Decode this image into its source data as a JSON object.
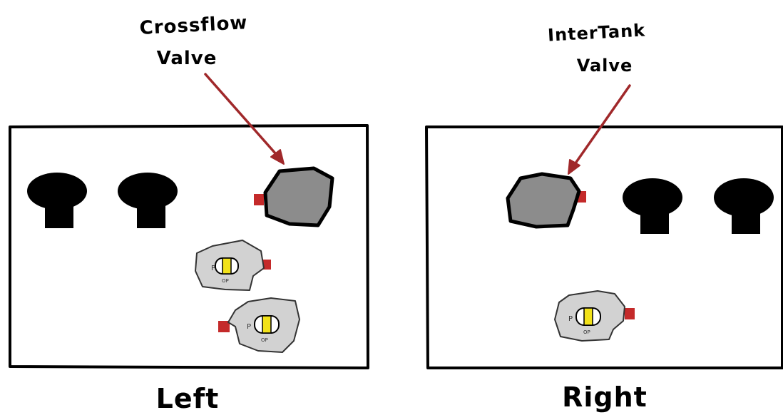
{
  "annotations": {
    "crossflow_line1": "Crossflow",
    "crossflow_line2": "Valve",
    "intertank_line1": "InterTank",
    "intertank_line2": "Valve"
  },
  "labels": {
    "left": "Left",
    "right": "Right"
  },
  "knob_text": {
    "p": "P",
    "op": "OP"
  },
  "colors": {
    "arrow": "#a0282a",
    "valve_fill": "#8c8c8c",
    "switch_fill": "#d2d2d2",
    "indicator": "#f2e21a",
    "red_tab": "#c42a2a",
    "outline": "#000000"
  }
}
